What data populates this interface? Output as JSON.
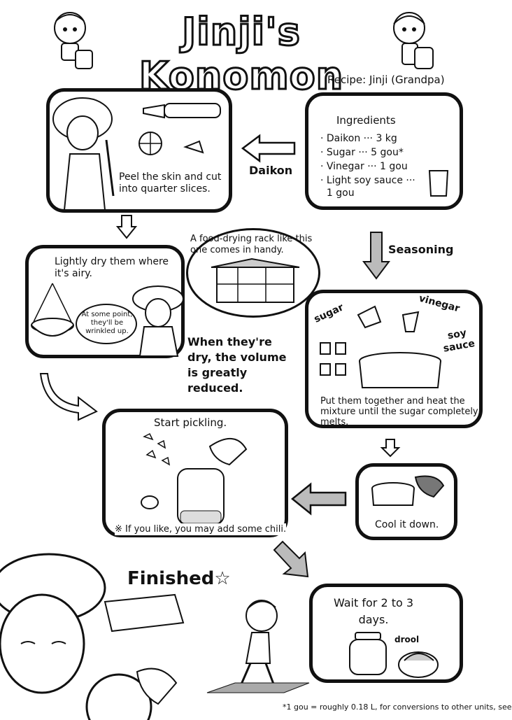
{
  "title": "Jinji's Konomon",
  "credit": "Recipe: Jinji (Grandpa)",
  "ingredients": {
    "heading": "Ingredients",
    "items": [
      "· Daikon ··· 3 kg",
      "· Sugar ··· 5 gou*",
      "· Vinegar ··· 1 gou",
      "· Light soy sauce ···",
      "  1 gou"
    ]
  },
  "labels": {
    "daikon": "Daikon",
    "seasoning": "Seasoning",
    "finished": "Finished☆"
  },
  "steps": {
    "peel": "Peel the skin and cut into quarter slices.",
    "dry": "Lightly dry them where it's airy.",
    "rack_note": "A food-drying rack like this one comes in handy.",
    "wrinkle_bubble": "At some point, they'll be wrinkled up.",
    "volume_note": "When they're dry, the volume is greatly reduced.",
    "heat": "Put them together and heat the mixture until the sugar completely melts.",
    "pickle": "Start pickling.",
    "chili": "※ If you like, you may add some chili.",
    "cool": "Cool it down.",
    "wait": "Wait for 2 to 3 days.",
    "drool": "drool"
  },
  "pot_labels": {
    "sugar": "sugar",
    "vinegar": "vinegar",
    "soy_sauce": "soy sauce"
  },
  "footnote": "*1 gou = roughly 0.18 L, for conversions to other units, see"
}
